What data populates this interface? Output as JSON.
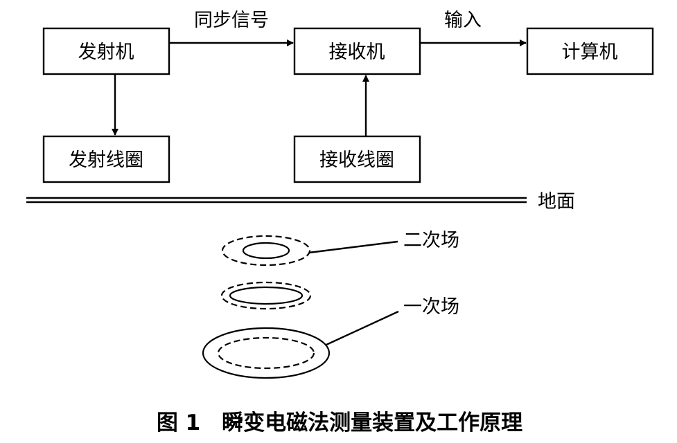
{
  "nodes": {
    "transmitter": "发射机",
    "receiver": "接收机",
    "computer": "计算机",
    "transmit_coil": "发射线圈",
    "receive_coil": "接收线圈"
  },
  "edges": {
    "sync_signal": "同步信号",
    "input": "输入"
  },
  "ground": "地面",
  "fields": {
    "secondary": "二次场",
    "primary": "一次场"
  },
  "caption": "图 1　瞬变电磁法测量装置及工作原理"
}
